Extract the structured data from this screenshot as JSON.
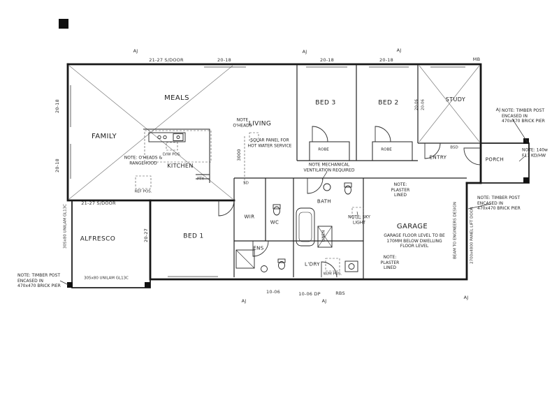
{
  "plan": {
    "rooms": {
      "meals": "MEALS",
      "family": "FAMILY",
      "kitchen": "KITCHEN",
      "living": "LIVING",
      "bed3": "BED 3",
      "bed2": "BED 2",
      "study": "STUDY",
      "entry": "ENTRY",
      "porch": "PORCH",
      "alfresco": "ALFRESCO",
      "bed1": "BED 1",
      "wir": "WIR",
      "wc": "WC",
      "ens": "ENS",
      "bath": "BATH",
      "ldry": "L'DRY",
      "garage": "GARAGE",
      "linen": "LINEN",
      "pty": "PTY",
      "robe": "ROBE"
    },
    "notes": {
      "oheads": "NOTE O'HEADS",
      "oheads_rangehood": "NOTE: O'HEADS & RANGEHOOD",
      "solar": "SOLAR PANEL FOR HOT WATER SERVICE",
      "mech_vent": "NOTE MECHANICAL VENTILATION REQUIRED",
      "plaster": "NOTE: PLASTER LINED",
      "skylight": "NOTE: SKY LIGHT",
      "timber_post": "NOTE: TIMBER POST ENCASED IN 470x470 BRICK PIER",
      "f17": "NOTE: 140w F17 KD/HW",
      "garage_floor": "GARAGE FLOOR LEVEL TO BE 170MM BELOW DWELLING FLOOR LEVEL"
    },
    "dims": {
      "sdoor": "21-27 S/DOOR",
      "d2018": "20-18",
      "d2027": "20-27",
      "d2006": "20-06",
      "d3000": "3000",
      "mb": "MB",
      "aj": "AJ",
      "unilam": "305x80 UNILAM GL13C",
      "beam": "BEAM TO ENGINEERS DESIGN",
      "panel_door": "2700x4800 PANEL LIFT DOOR",
      "d1006": "10-06",
      "d1006dp": "10-06 DP",
      "rbs": "RBS"
    },
    "fixtures": {
      "dw": "D/W POS.",
      "ref": "REF POS.",
      "wm": "W/M POS.",
      "sd": "SD",
      "bsd": "BSD"
    }
  }
}
